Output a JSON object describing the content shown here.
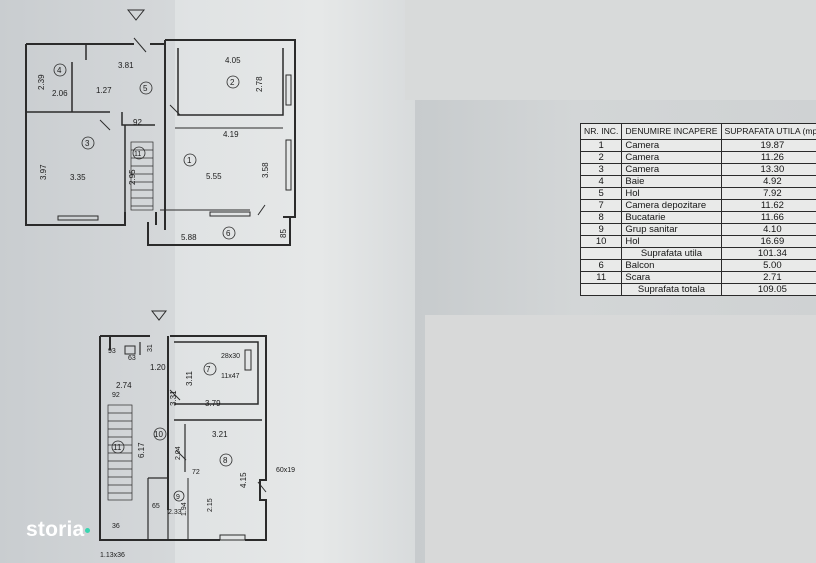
{
  "plan_top": {
    "dims": [
      "3.81",
      "4.05",
      "2.78",
      "2.39",
      "2.06",
      "1.27",
      "92",
      "4.19",
      "3.97",
      "3.35",
      "2.95",
      "5.55",
      "3.58",
      "5.88",
      "85"
    ],
    "rooms": [
      "4",
      "5",
      "2",
      "3",
      "11",
      "1",
      "6"
    ]
  },
  "plan_bottom": {
    "dims": [
      "93",
      "63",
      "31",
      "1.20",
      "28x30",
      "11x47",
      "2.74",
      "3.11",
      "92",
      "3.31",
      "3.79",
      "3.21",
      "6.17",
      "2.04",
      "72",
      "60x19",
      "4.15",
      "65",
      "2.15",
      "1.94",
      "2.33",
      "36",
      "1.13x36"
    ],
    "rooms": [
      "7",
      "10",
      "11",
      "8",
      "9"
    ]
  },
  "table": {
    "headers": [
      "NR. INC.",
      "DENUMIRE INCAPERE",
      "SUPRAFATA UTILA (mp)"
    ],
    "rows": [
      {
        "nr": "1",
        "name": "Camera",
        "area": "19.87"
      },
      {
        "nr": "2",
        "name": "Camera",
        "area": "11.26"
      },
      {
        "nr": "3",
        "name": "Camera",
        "area": "13.30"
      },
      {
        "nr": "4",
        "name": "Baie",
        "area": "4.92"
      },
      {
        "nr": "5",
        "name": "Hol",
        "area": "7.92"
      },
      {
        "nr": "7",
        "name": "Camera depozitare",
        "area": "11.62"
      },
      {
        "nr": "8",
        "name": "Bucatarie",
        "area": "11.66"
      },
      {
        "nr": "9",
        "name": "Grup sanitar",
        "area": "4.10"
      },
      {
        "nr": "10",
        "name": "Hol",
        "area": "16.69"
      }
    ],
    "subtotal": {
      "label": "Suprafata utila",
      "value": "101.34"
    },
    "extra": [
      {
        "nr": "6",
        "name": "Balcon",
        "area": "5.00"
      },
      {
        "nr": "11",
        "name": "Scara",
        "area": "2.71"
      }
    ],
    "total": {
      "label": "Suprafata totala",
      "value": "109.05"
    }
  },
  "logo": {
    "text": "storia",
    "icon": "storia-dot-icon",
    "accent": "#3ad5b0"
  }
}
